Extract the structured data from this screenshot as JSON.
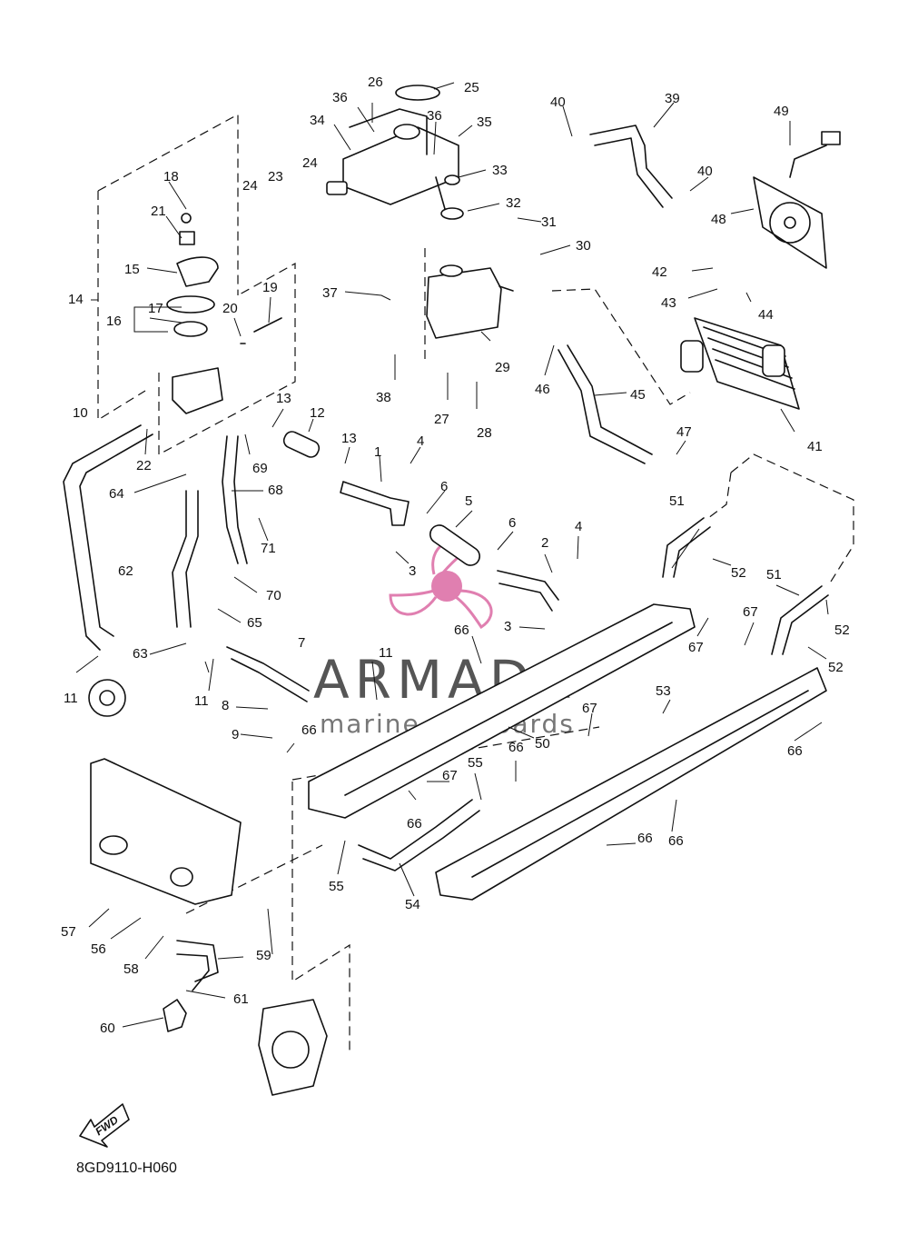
{
  "diagram_code": "8GD9110-H060",
  "fwd_label": "FWD",
  "watermark": {
    "brand": "ARMADA",
    "tagline": "marine outboards",
    "brand_color": "#555555",
    "logo_color": "#e07fb0"
  },
  "callouts": {
    "c1": "1",
    "c2": "2",
    "c3a": "3",
    "c3b": "3",
    "c4a": "4",
    "c4b": "4",
    "c5": "5",
    "c6a": "6",
    "c6b": "6",
    "c7": "7",
    "c8": "8",
    "c9": "9",
    "c10": "10",
    "c11a": "11",
    "c11b": "11",
    "c11c": "11",
    "c12": "12",
    "c13a": "13",
    "c13b": "13",
    "c14": "14",
    "c15": "15",
    "c16": "16",
    "c17": "17",
    "c18": "18",
    "c19": "19",
    "c20": "20",
    "c21": "21",
    "c22": "22",
    "c23": "23",
    "c24a": "24",
    "c24b": "24",
    "c25": "25",
    "c26": "26",
    "c27": "27",
    "c28": "28",
    "c29": "29",
    "c30": "30",
    "c31": "31",
    "c32": "32",
    "c33": "33",
    "c34": "34",
    "c35": "35",
    "c36a": "36",
    "c36b": "36",
    "c37": "37",
    "c38": "38",
    "c39": "39",
    "c40a": "40",
    "c40b": "40",
    "c41": "41",
    "c42": "42",
    "c43": "43",
    "c44": "44",
    "c45": "45",
    "c46": "46",
    "c47": "47",
    "c48": "48",
    "c49": "49",
    "c50": "50",
    "c51a": "51",
    "c51b": "51",
    "c52a": "52",
    "c52b": "52",
    "c52c": "52",
    "c53": "53",
    "c54": "54",
    "c55a": "55",
    "c55b": "55",
    "c56": "56",
    "c57": "57",
    "c58": "58",
    "c59": "59",
    "c60": "60",
    "c61": "61",
    "c62": "62",
    "c63": "63",
    "c64": "64",
    "c65": "65",
    "c66a": "66",
    "c66b": "66",
    "c66c": "66",
    "c66d": "66",
    "c66e": "66",
    "c66f": "66",
    "c66g": "66",
    "c67a": "67",
    "c67b": "67",
    "c67c": "67",
    "c67d": "67",
    "c68": "68",
    "c69": "69",
    "c70": "70",
    "c71": "71"
  }
}
